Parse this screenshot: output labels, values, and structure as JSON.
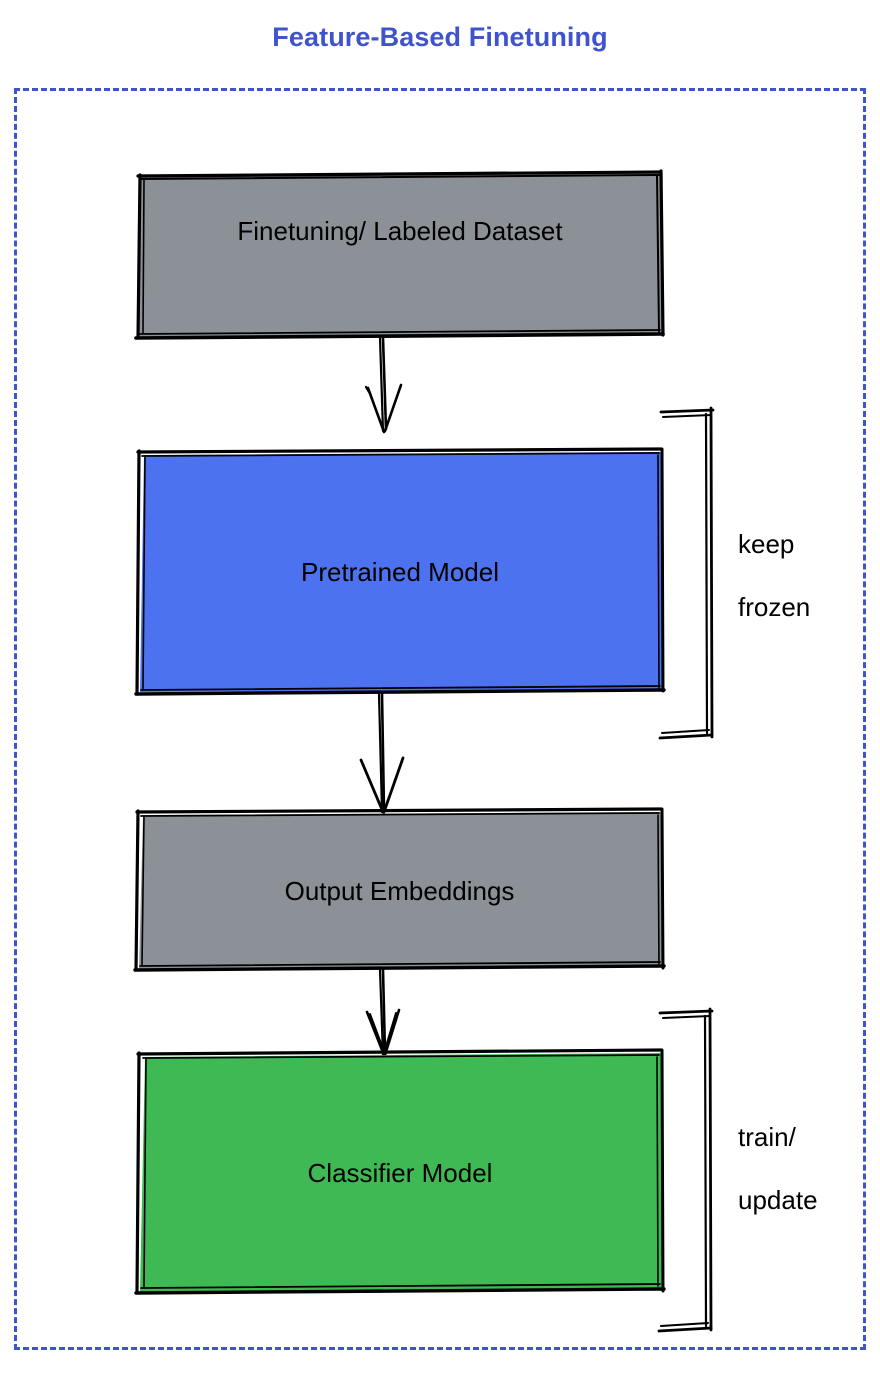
{
  "title": "Feature-Based Finetuning",
  "colors": {
    "title_blue": "#3f54cc",
    "frame_dashed_blue": "#3f54cc",
    "node_gray": "#8c9197",
    "node_blue": "#4d72ef",
    "node_green": "#3fb953",
    "stroke_black": "#000000",
    "background": "#ffffff"
  },
  "frame": {
    "style": "dashed",
    "name": "feature-based-finetuning-container"
  },
  "nodes": [
    {
      "id": "finetuning-dataset",
      "label": "Finetuning/ Labeled Dataset",
      "fill": "#8c9197",
      "shape": "sketchy-rectangle"
    },
    {
      "id": "pretrained-model",
      "label": "Pretrained Model",
      "fill": "#4d72ef",
      "shape": "sketchy-rectangle"
    },
    {
      "id": "output-embeddings",
      "label": "Output Embeddings",
      "fill": "#8c9197",
      "shape": "sketchy-rectangle"
    },
    {
      "id": "classifier-model",
      "label": "Classifier Model",
      "fill": "#3fb953",
      "shape": "sketchy-rectangle"
    }
  ],
  "edges": [
    {
      "id": "edge-dataset-to-pretrained",
      "from": "finetuning-dataset",
      "to": "pretrained-model",
      "arrow": "down"
    },
    {
      "id": "edge-pretrained-to-embeddings",
      "from": "pretrained-model",
      "to": "output-embeddings",
      "arrow": "down"
    },
    {
      "id": "edge-embeddings-to-classifier",
      "from": "output-embeddings",
      "to": "classifier-model",
      "arrow": "down"
    }
  ],
  "annotations": [
    {
      "id": "keep-frozen",
      "label": "keep\nfrozen",
      "line1": "keep",
      "line2": "frozen",
      "bracket": "right-square-bracket",
      "targets": [
        "pretrained-model"
      ]
    },
    {
      "id": "train-update",
      "label": "train/\nupdate",
      "line1": "train/",
      "line2": "update",
      "bracket": "right-square-bracket",
      "targets": [
        "classifier-model"
      ]
    }
  ]
}
